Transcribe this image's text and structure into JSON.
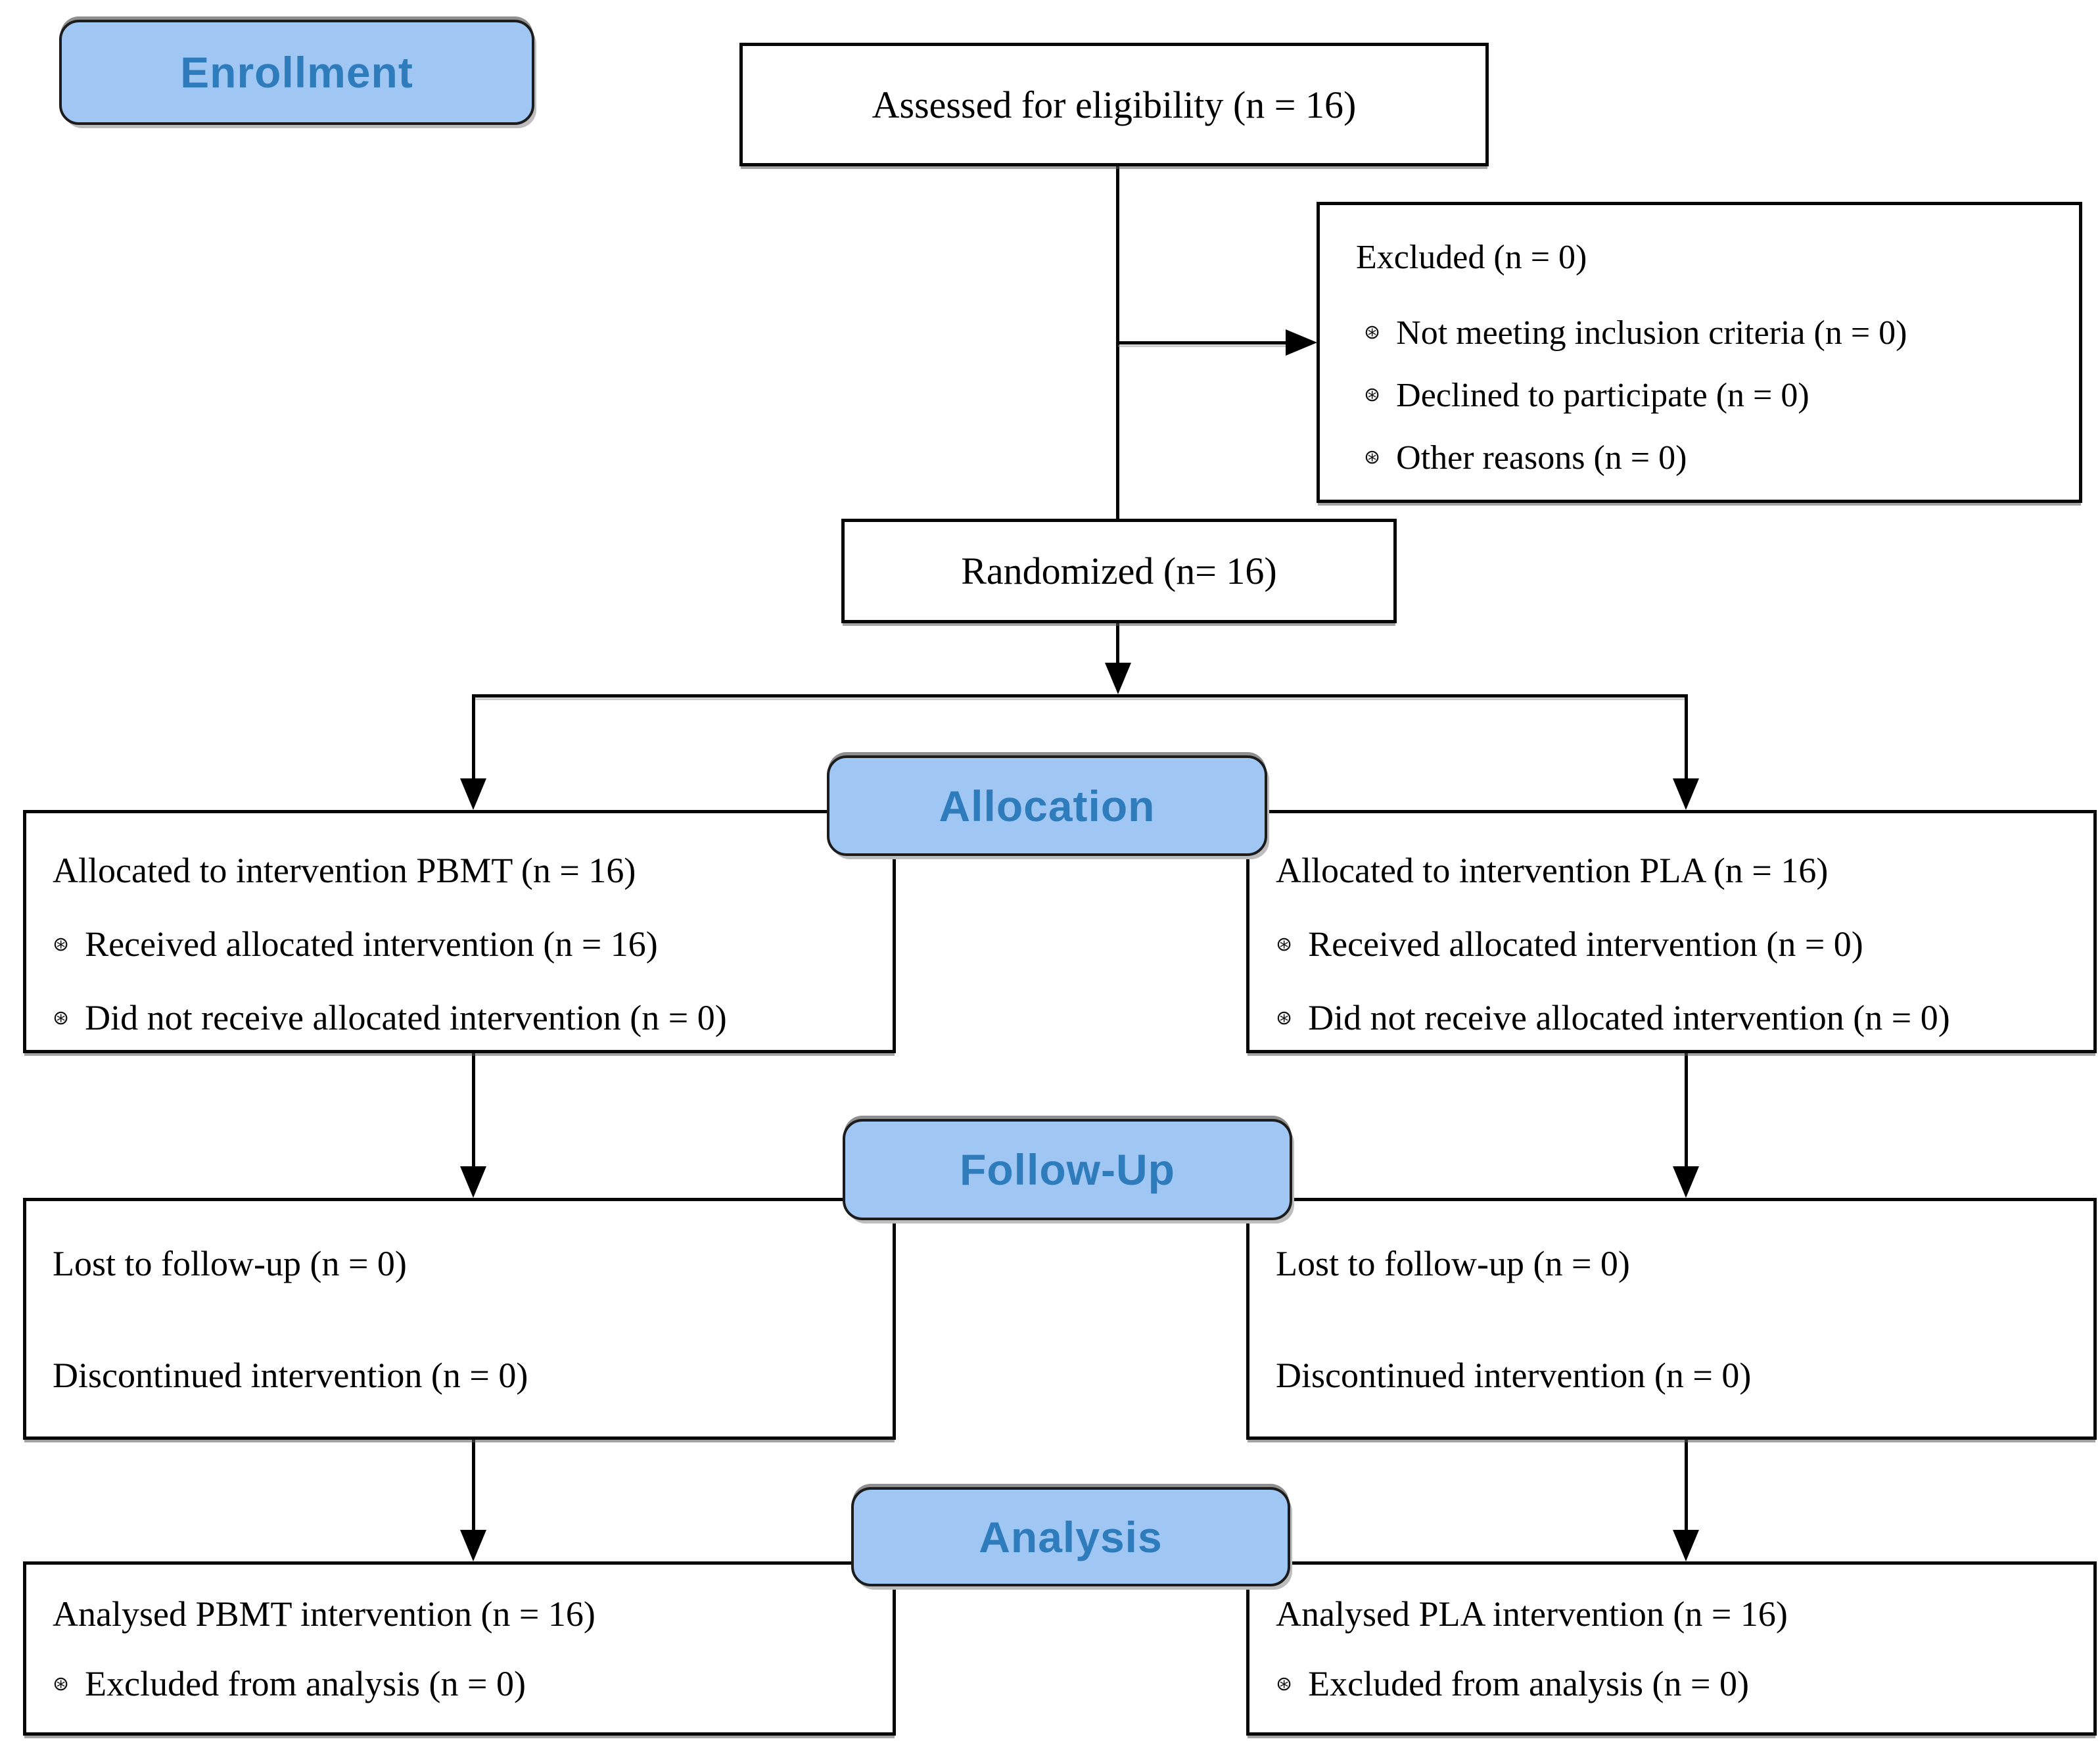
{
  "figure": {
    "type": "CONSORT randomized trial flow diagram",
    "bullet": "⊛",
    "colors": {
      "stage_fill": "#A0C6F4",
      "stage_text": "#2E7CBB",
      "box_background": "#FFFFFF",
      "box_border": "#000000",
      "line": "#000000"
    },
    "stages": {
      "enrollment": "Enrollment",
      "allocation": "Allocation",
      "followup": "Follow-Up",
      "analysis": "Analysis"
    },
    "boxes": {
      "assessed": {
        "text": "Assessed for eligibility (n = 16)"
      },
      "excluded": {
        "title": "Excluded (n = 0)",
        "items": [
          "Not meeting inclusion criteria (n = 0)",
          "Declined to participate (n = 0)",
          "Other reasons (n = 0)"
        ]
      },
      "randomized": {
        "text": "Randomized (n= 16)"
      },
      "allocation_left": {
        "title": "Allocated to intervention PBMT (n = 16)",
        "items": [
          "Received allocated intervention (n = 16)",
          "Did not receive allocated intervention (n = 0)"
        ]
      },
      "allocation_right": {
        "title": "Allocated to intervention PLA (n = 16)",
        "items": [
          "Received allocated intervention (n = 0)",
          "Did not receive allocated intervention (n = 0)"
        ]
      },
      "followup_left": {
        "lines": [
          "Lost to follow-up (n = 0)",
          "Discontinued intervention (n = 0)"
        ]
      },
      "followup_right": {
        "lines": [
          "Lost to follow-up (n = 0)",
          "Discontinued intervention (n = 0)"
        ]
      },
      "analysis_left": {
        "title": "Analysed PBMT intervention (n = 16)",
        "items": [
          "Excluded from analysis (n = 0)"
        ]
      },
      "analysis_right": {
        "title": "Analysed PLA intervention (n = 16)",
        "items": [
          "Excluded from analysis (n = 0)"
        ]
      }
    }
  }
}
